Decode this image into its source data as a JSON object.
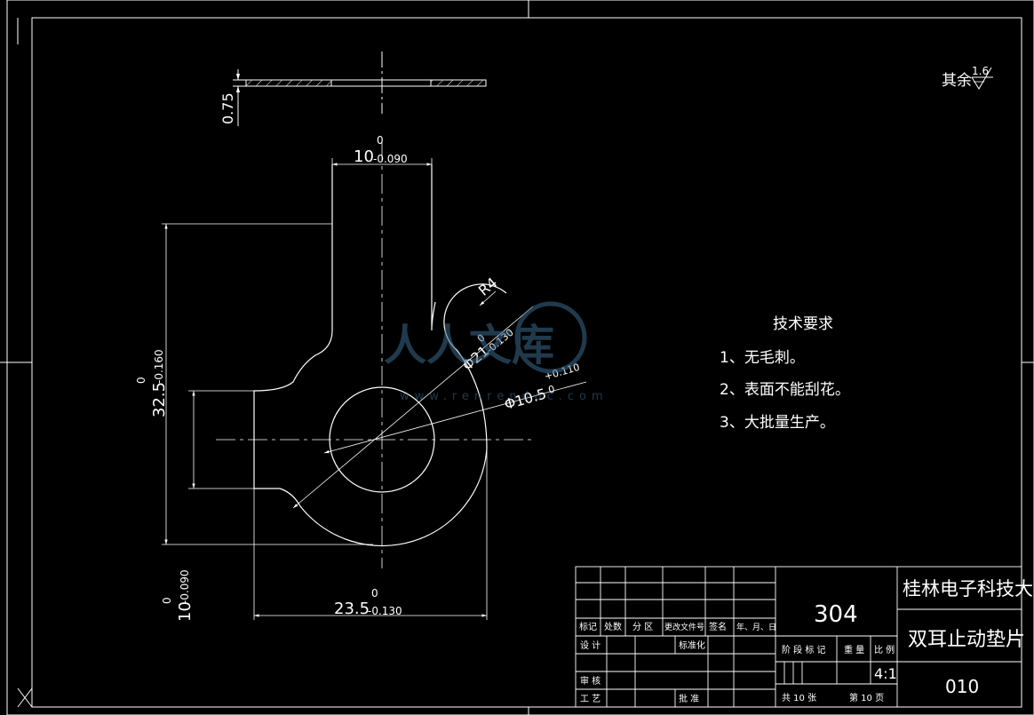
{
  "dimensions": {
    "thickness": "0.75",
    "top_width": "10",
    "top_width_upper": "0",
    "top_width_lower": "-0.090",
    "height": "32.5",
    "height_upper": "0",
    "height_lower": "-0.160",
    "radius": "R4",
    "outer_dia": "Φ21",
    "outer_dia_upper": "0",
    "outer_dia_lower": "-0.130",
    "inner_dia": "Φ10.5",
    "inner_dia_upper": "+0.110",
    "inner_dia_lower": "0",
    "left_width": "10",
    "left_width_upper": "0",
    "left_width_lower": "-0.090",
    "bottom_width": "23.5",
    "bottom_width_upper": "0",
    "bottom_width_lower": "-0.130"
  },
  "surface_finish": {
    "label": "其余",
    "value": "1.6"
  },
  "watermark": {
    "text": "人人文库",
    "url": "www.renrendoc.com"
  },
  "tech_requirements": {
    "title": "技术要求",
    "items": [
      "1、无毛刺。",
      "2、表面不能刮花。",
      "3、大批量生产。"
    ]
  },
  "title_block": {
    "material": "304",
    "school": "桂林电子科技大学",
    "part_name": "双耳止动垫片",
    "drawing_no": "010",
    "scale": "4:1",
    "rev_headers": [
      "标记",
      "处数",
      "分 区",
      "更改文件号",
      "签名",
      "年、月、日"
    ],
    "design": "设 计",
    "standardize": "标准化",
    "review": "审 核",
    "process": "工 艺",
    "approve": "批 准",
    "stage_headers": [
      "阶 段 标 记",
      "重 量",
      "比 例"
    ],
    "sheets": "共 10 张",
    "sheet_no": "第 10 页"
  }
}
